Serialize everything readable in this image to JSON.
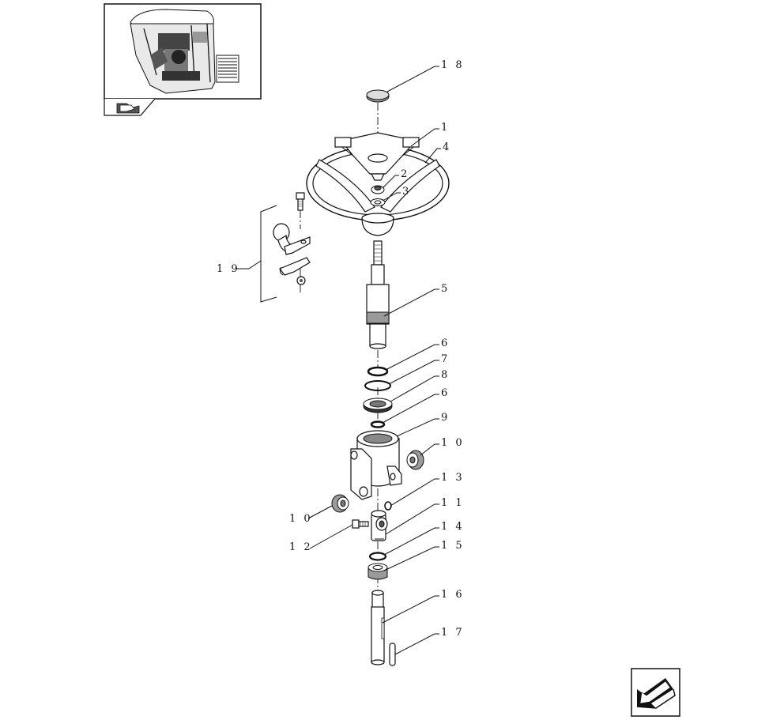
{
  "thumbnail": {
    "icon": "tractor-cab-thumbnail-icon",
    "tab_icon": "book-arrow-icon"
  },
  "nav": {
    "icon": "back-arrow-icon"
  },
  "callouts": [
    {
      "id": "18",
      "label": "1 8"
    },
    {
      "id": "1",
      "label": "1"
    },
    {
      "id": "4",
      "label": "4"
    },
    {
      "id": "2",
      "label": "2"
    },
    {
      "id": "3",
      "label": "3"
    },
    {
      "id": "19",
      "label": "1 9"
    },
    {
      "id": "5",
      "label": "5"
    },
    {
      "id": "6a",
      "label": "6"
    },
    {
      "id": "7",
      "label": "7"
    },
    {
      "id": "8",
      "label": "8"
    },
    {
      "id": "6b",
      "label": "6"
    },
    {
      "id": "9",
      "label": "9"
    },
    {
      "id": "10a",
      "label": "1 0"
    },
    {
      "id": "13",
      "label": "1 3"
    },
    {
      "id": "11",
      "label": "1 1"
    },
    {
      "id": "10b",
      "label": "1 0"
    },
    {
      "id": "14",
      "label": "1 4"
    },
    {
      "id": "12",
      "label": "1 2"
    },
    {
      "id": "15",
      "label": "1 5"
    },
    {
      "id": "16",
      "label": "1 6"
    },
    {
      "id": "17",
      "label": "1 7"
    }
  ]
}
